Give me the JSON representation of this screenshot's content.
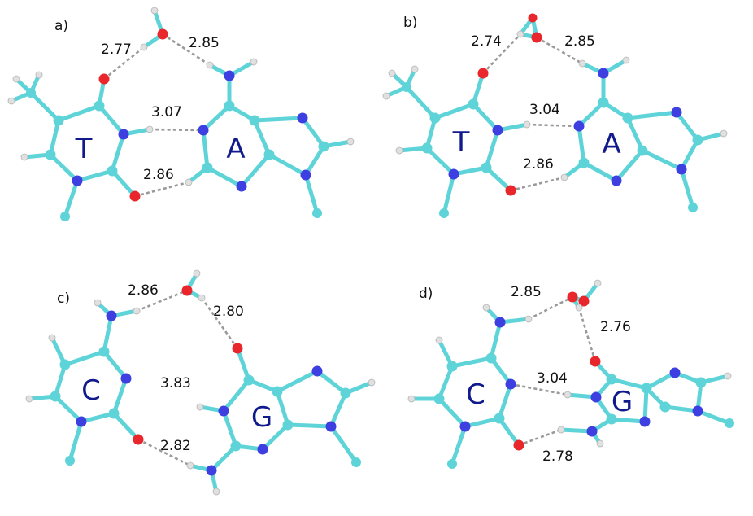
{
  "colors": {
    "carbon": "#5fd4d8",
    "nitrogen": "#3d3fe0",
    "oxygen": "#e8262b",
    "hydrogen": "#e0e0e0",
    "hbond": "#9a9a9a",
    "base_label": "#101a8c"
  },
  "panels": [
    {
      "tag": "a)",
      "bases": [
        "T",
        "A"
      ],
      "distances": [
        "2.77",
        "2.85",
        "3.07",
        "2.86"
      ]
    },
    {
      "tag": "b)",
      "bases": [
        "T",
        "A"
      ],
      "distances": [
        "2.74",
        "2.85",
        "3.04",
        "2.86"
      ]
    },
    {
      "tag": "c)",
      "bases": [
        "C",
        "G"
      ],
      "distances": [
        "2.86",
        "2.80",
        "3.83",
        "2.82"
      ]
    },
    {
      "tag": "d)",
      "bases": [
        "C",
        "G"
      ],
      "distances": [
        "2.85",
        "2.76",
        "3.04",
        "2.78"
      ]
    }
  ]
}
